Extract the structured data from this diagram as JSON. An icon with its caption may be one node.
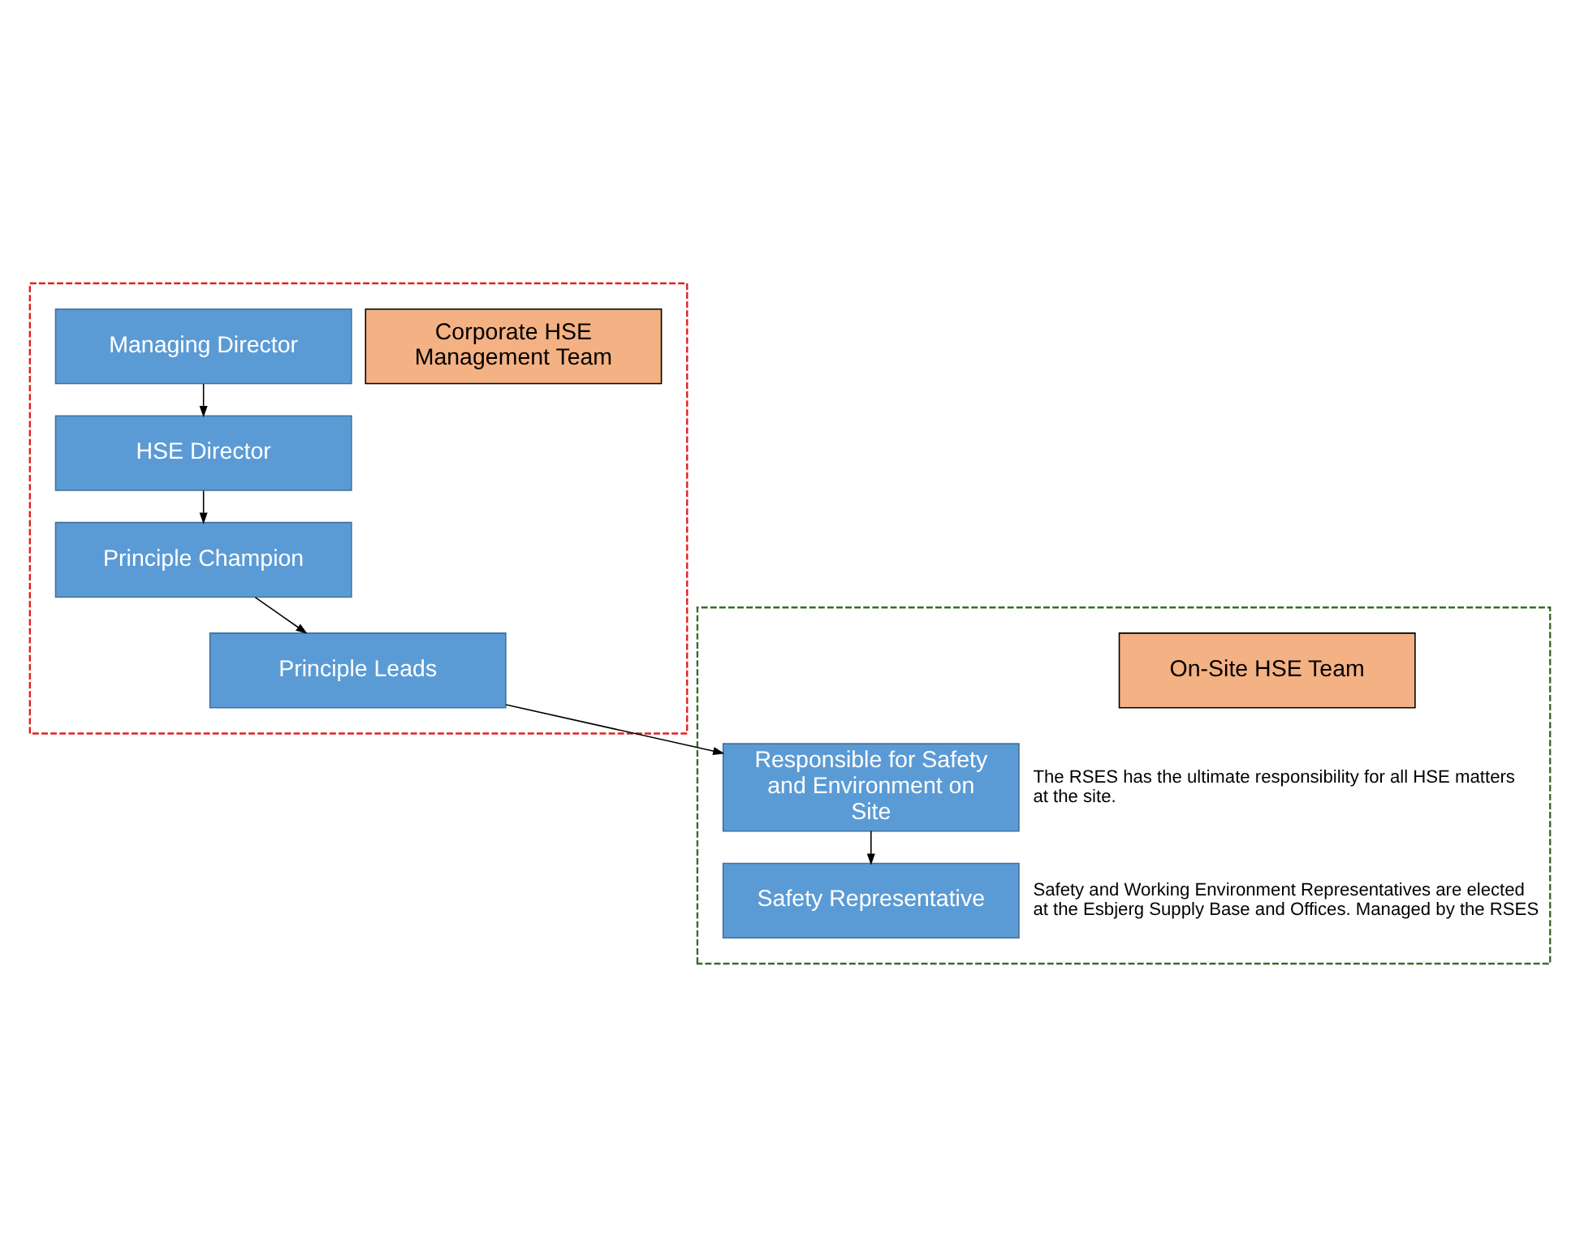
{
  "diagram": {
    "nodes": [
      {
        "text": [],
        "shape": "box"
      },
      {
        "text": [
          "Corporate HSE Management Team"
        ],
        "in": 0
      },
      {
        "text": [
          "Managing Director"
        ],
        "in": 0
      },
      {
        "text": [
          "HSE Director"
        ],
        "in": 0
      },
      {
        "text": [
          "Principle Champion"
        ],
        "in": 0
      },
      {
        "text": [
          "Principle Leads"
        ],
        "in": 0
      },
      {
        "text": [],
        "shape": "box"
      },
      {
        "text": [
          "On-Site HSE Team"
        ],
        "in": 6
      },
      {
        "text": [
          "Responsible for Safety and Environment on Site"
        ],
        "in": 6,
        "beside": [
          "The RSES has the ultimate responsibility for all HSE matters at the site."
        ]
      },
      {
        "text": [
          "Safety Representative"
        ],
        "in": 6,
        "beside": [
          "Safety and Working Environment Representatives are elected at the Esbjerg Supply Base and Offices. Managed by the RSES"
        ]
      }
    ],
    "edges": [
      {
        "from": 2,
        "to": 3,
        "arrow": "to"
      },
      {
        "from": 3,
        "to": 4,
        "arrow": "to"
      },
      {
        "from": 4,
        "to": 5,
        "arrow": "to"
      },
      {
        "from": 5,
        "to": 8,
        "arrow": "to"
      },
      {
        "from": 8,
        "to": 9,
        "arrow": "to"
      }
    ]
  }
}
